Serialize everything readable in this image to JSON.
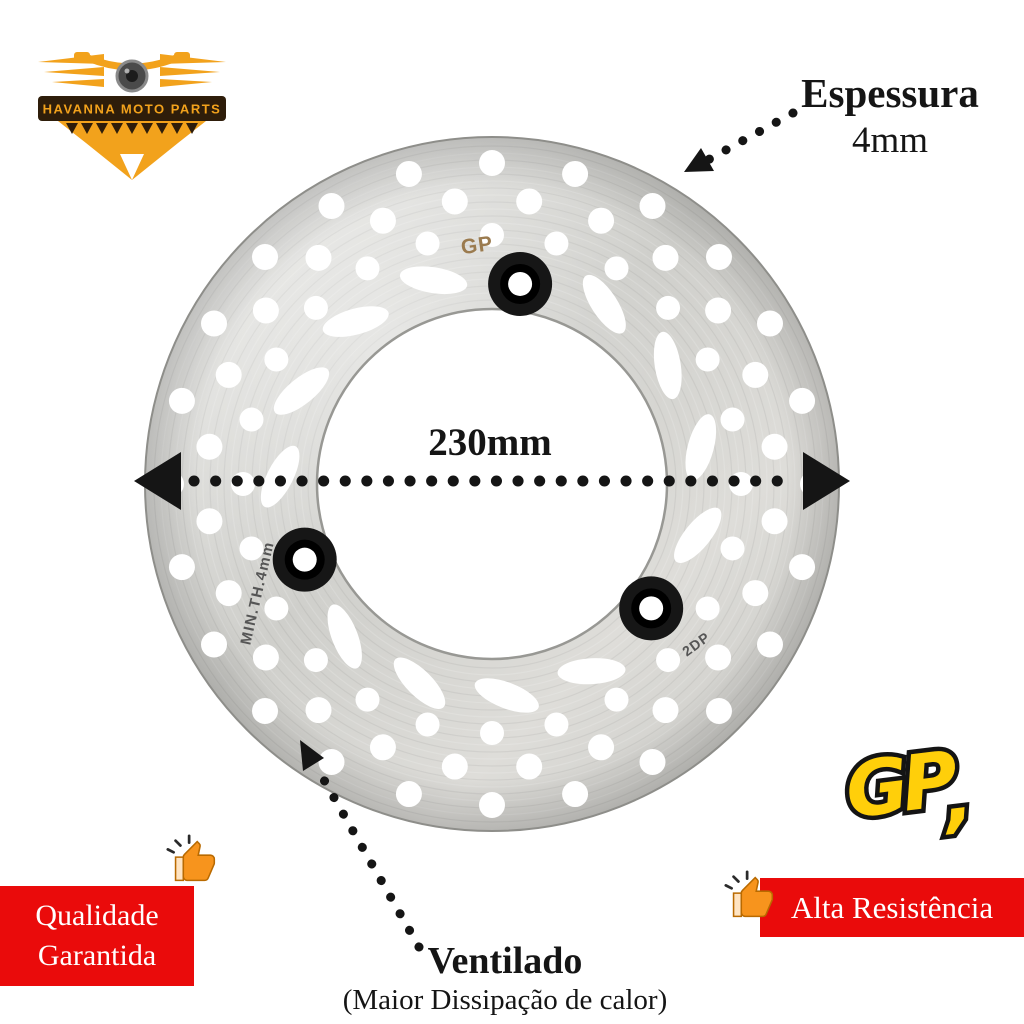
{
  "badge": {
    "brand": "HAVANNA MOTO PARTS"
  },
  "disc_markings": {
    "brand": "GP",
    "min_thickness": "MIN.TH.4mm",
    "code": "2DP"
  },
  "callouts": {
    "thickness_title": "Espessura",
    "thickness_value": "4mm",
    "diameter_value": "230mm",
    "ventilation_title": "Ventilado",
    "ventilation_subtitle": "(Maior Dissipação de calor)"
  },
  "banners": {
    "left_line1": "Qualidade",
    "left_line2": "Garantida",
    "right_label": "Alta Resistência"
  },
  "gp_logo": {
    "text": "GP",
    "comma": ","
  },
  "icons": {
    "thumbs_up": "👍"
  },
  "colors": {
    "banner_red": "#ea0b0b",
    "badge_orange": "#f2a21c",
    "logo_yellow": "#ffcf0a",
    "arrow_black": "#151515",
    "disc_mark_bronze": "#9b7b4f"
  }
}
